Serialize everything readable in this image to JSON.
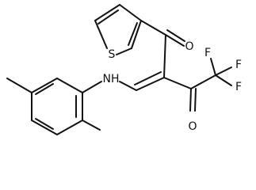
{
  "molecule": {
    "atoms": {
      "sulfur": "S",
      "oxygen_top": "O",
      "oxygen_bottom": "O",
      "nh": "NH",
      "f1": "F",
      "f2": "F",
      "f3": "F"
    }
  }
}
